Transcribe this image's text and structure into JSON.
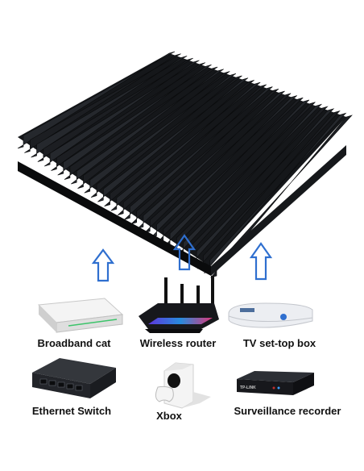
{
  "colors": {
    "heatsink": "#1e2024",
    "heatsink_shade": "#0c0d0f",
    "arrow": "#2f6fcf",
    "label_text": "#111111"
  },
  "devices": [
    {
      "name": "broadband-cat",
      "label": "Broadband cat",
      "icon": "modem-icon"
    },
    {
      "name": "wireless-router",
      "label": "Wireless router",
      "icon": "router-icon"
    },
    {
      "name": "tv-set-top-box",
      "label": "TV set-top box",
      "icon": "set-top-box-icon"
    },
    {
      "name": "ethernet-switch",
      "label": "Ethernet Switch",
      "icon": "network-switch-icon"
    },
    {
      "name": "xbox",
      "label": "Xbox",
      "icon": "game-console-icon"
    },
    {
      "name": "surveillance-recorder",
      "label": "Surveillance recorder",
      "icon": "dvr-recorder-icon"
    }
  ],
  "logo_text": "TP-LINK"
}
